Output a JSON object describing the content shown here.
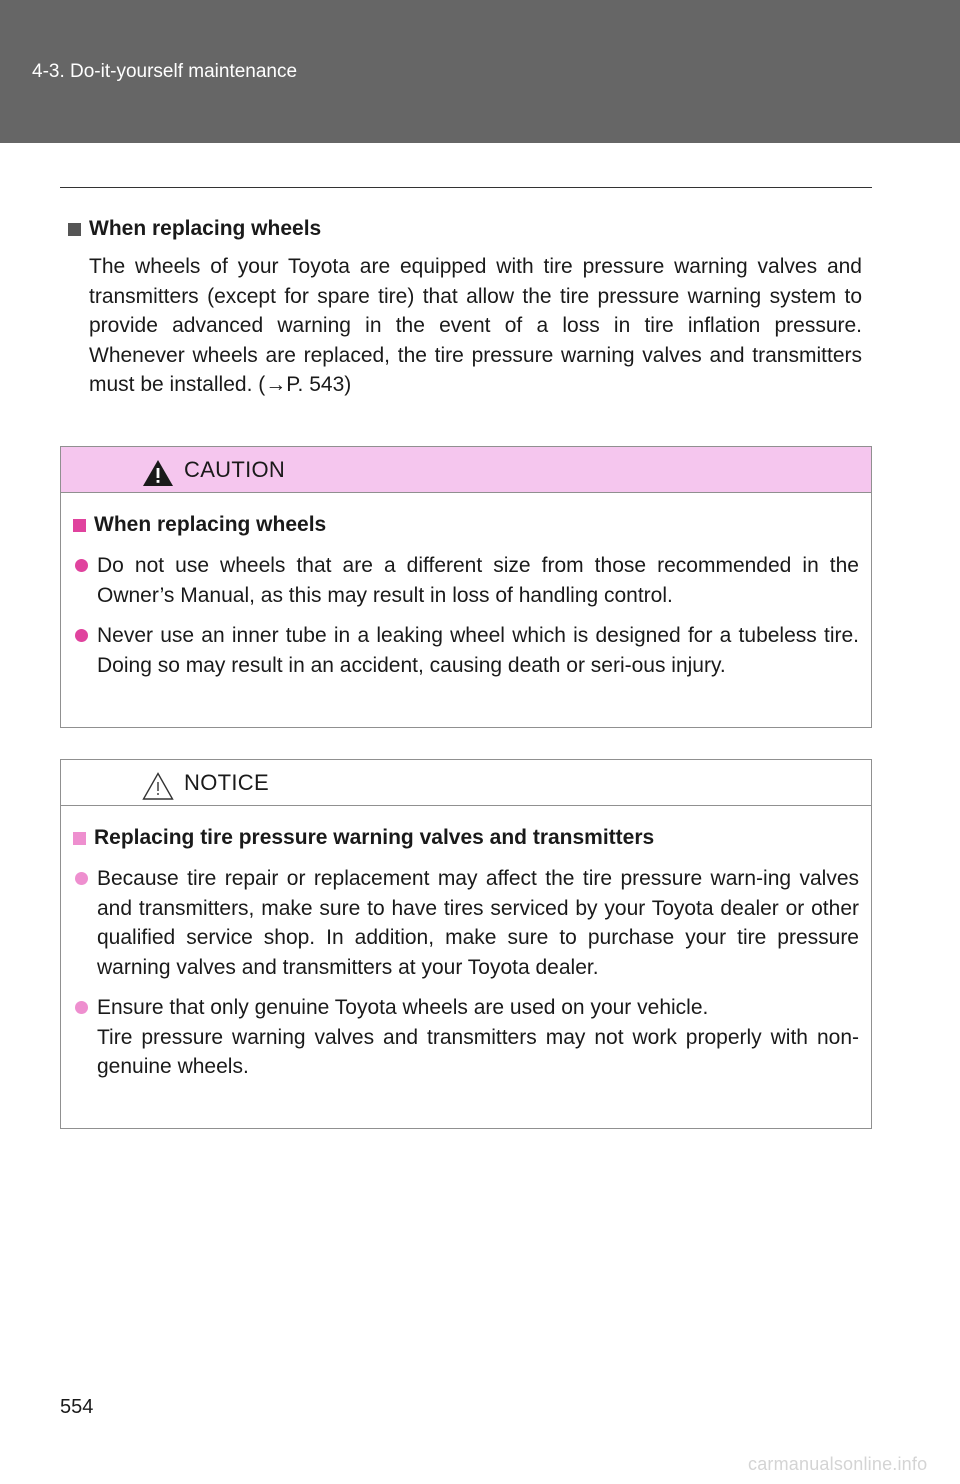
{
  "header": {
    "section_title": "4-3. Do-it-yourself maintenance"
  },
  "main": {
    "heading": "When replacing wheels",
    "paragraph": "The wheels of your Toyota are equipped with tire pressure warning valves and transmitters (except for spare tire) that allow the tire pressure warning system to provide advanced warning in the event of a loss in tire inflation pressure. Whenever wheels are replaced, the tire pressure warning valves and transmitters must be installed. (→P. 543)"
  },
  "caution": {
    "label": "CAUTION",
    "heading": "When replacing wheels",
    "items": [
      "Do not use wheels that are a different size from those recommended in the Owner’s Manual, as this may result in loss of handling control.",
      "Never use an inner tube in a leaking wheel which is designed for a tubeless tire. Doing so may result in an accident, causing death or seri-ous injury."
    ]
  },
  "notice": {
    "label": "NOTICE",
    "heading": "Replacing tire pressure warning valves and transmitters",
    "items": [
      "Because tire repair or replacement may affect the tire pressure warn-ing valves and transmitters, make sure to have tires serviced by your Toyota dealer or other qualified service shop. In addition, make sure to purchase your tire pressure warning valves and transmitters at your Toyota dealer.",
      "Ensure that only genuine Toyota wheels are used on your vehicle.",
      "Tire pressure warning valves and transmitters may not work properly with non-genuine wheels."
    ]
  },
  "footer": {
    "page_number": "554",
    "watermark": "carmanualsonline.info"
  },
  "colors": {
    "header_bg": "#666666",
    "caution_header_bg": "#f5c6ee",
    "caution_bullet": "#e0439e",
    "notice_bullet": "#ee8fcf"
  }
}
